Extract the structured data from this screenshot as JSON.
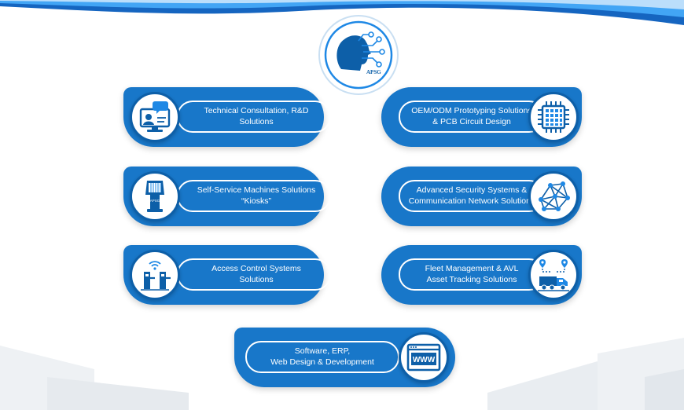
{
  "logo": {
    "text": "APSG"
  },
  "services": [
    {
      "id": "technical",
      "label": "Technical Consultation, R&D\nSolutions",
      "icon": "consultation-icon"
    },
    {
      "id": "oem",
      "label": "OEM/ODM Prototyping Solutions\n& PCB Circuit Design",
      "icon": "chip-icon"
    },
    {
      "id": "kiosk",
      "label": "Self-Service Machines Solutions\n“Kiosks”",
      "icon": "kiosk-icon",
      "kiosk_text": "APSG"
    },
    {
      "id": "security",
      "label": "Advanced Security Systems &\nCommunication Network Solutions",
      "icon": "network-icon"
    },
    {
      "id": "access",
      "label": "Access Control Systems\nSolutions",
      "icon": "turnstile-icon"
    },
    {
      "id": "fleet",
      "label": "Fleet Management & AVL\nAsset Tracking Solutions",
      "icon": "truck-tracking-icon"
    },
    {
      "id": "software",
      "label": "Software, ERP,\nWeb Design & Development",
      "icon": "www-icon",
      "icon_text": "WWW"
    }
  ],
  "colors": {
    "card": "#1877c9",
    "dark": "#0d5fa8",
    "accent": "#1e88e5"
  }
}
